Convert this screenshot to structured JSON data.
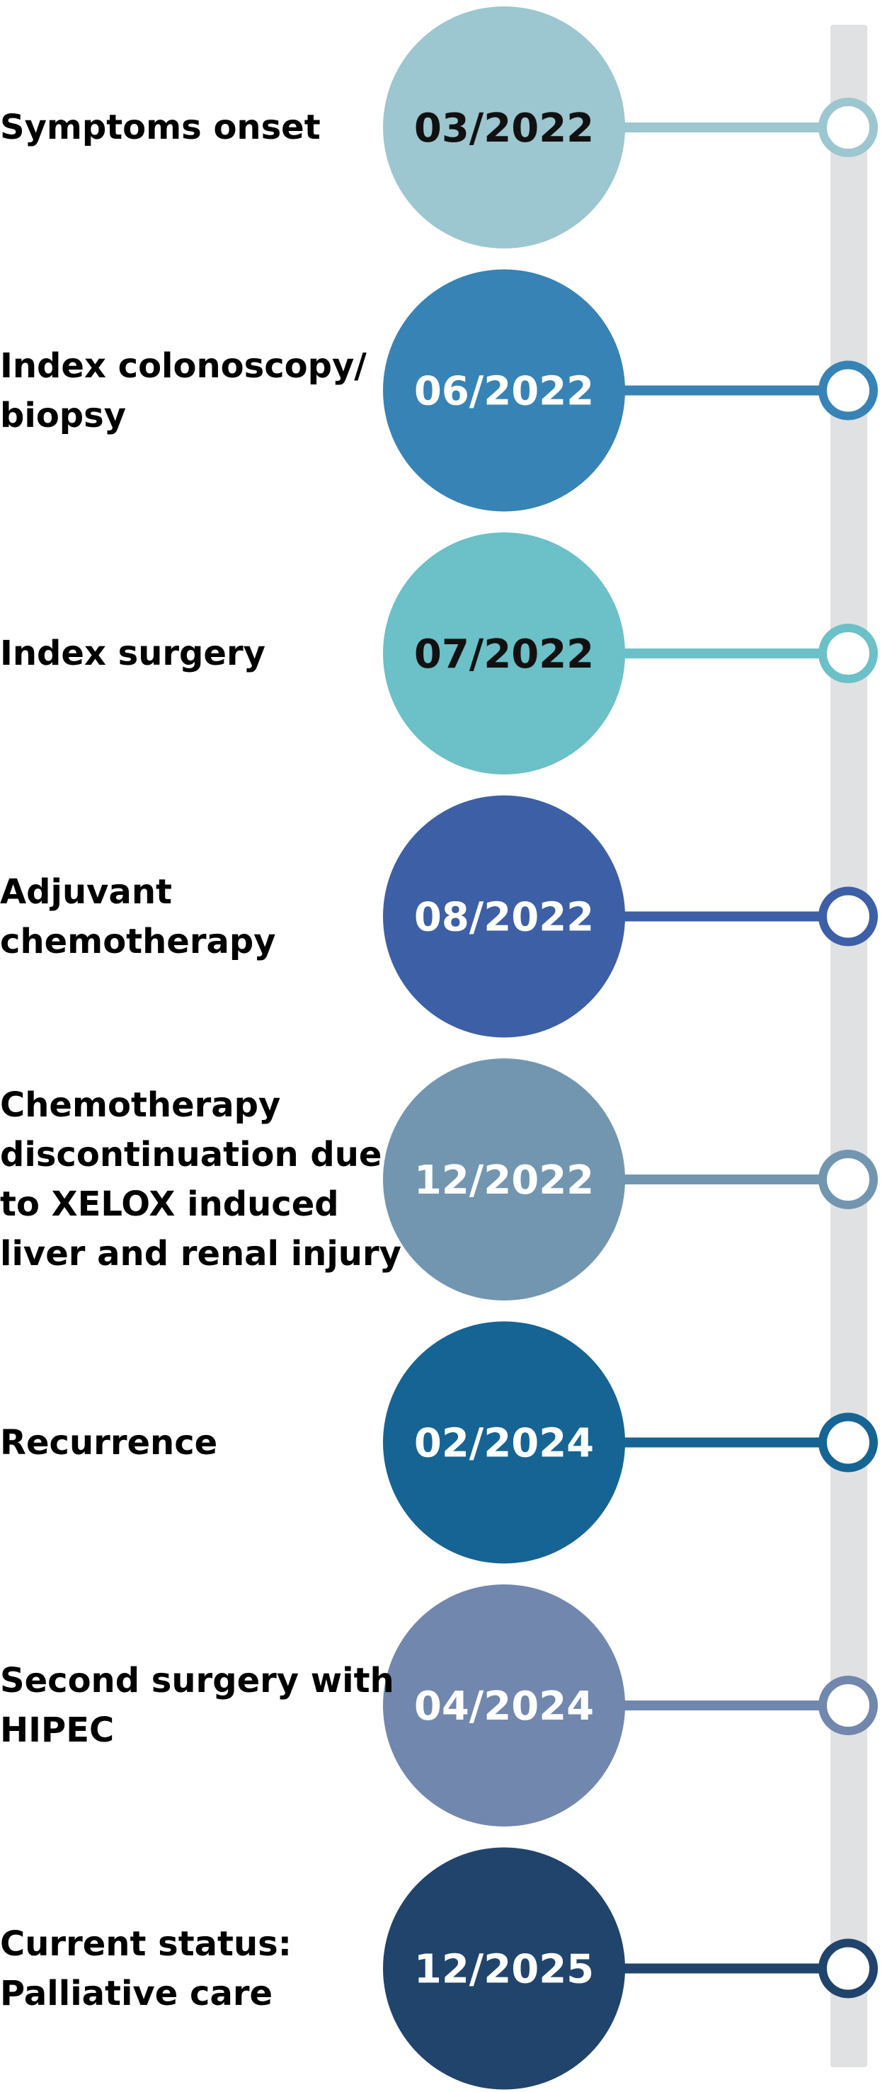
{
  "timeline": {
    "track_color": "#e0e1e3",
    "events": [
      {
        "date": "03/2022",
        "label_lines": [
          "Symptoms onset"
        ],
        "color": "#9cc6d0",
        "date_text_color": "#111111"
      },
      {
        "date": "06/2022",
        "label_lines": [
          "Index colonoscopy/",
          "biopsy"
        ],
        "color": "#3783b5",
        "date_text_color": "#ffffff"
      },
      {
        "date": "07/2022",
        "label_lines": [
          "Index surgery"
        ],
        "color": "#6cc0c7",
        "date_text_color": "#111111"
      },
      {
        "date": "08/2022",
        "label_lines": [
          "Adjuvant",
          "chemotherapy"
        ],
        "color": "#3d5fa5",
        "date_text_color": "#ffffff"
      },
      {
        "date": "12/2022",
        "label_lines": [
          "Chemotherapy",
          "discontinuation due",
          "to XELOX induced",
          "liver and renal injury"
        ],
        "color": "#7396b0",
        "date_text_color": "#ffffff"
      },
      {
        "date": "02/2024",
        "label_lines": [
          "Recurrence"
        ],
        "color": "#166494",
        "date_text_color": "#ffffff"
      },
      {
        "date": "04/2024",
        "label_lines": [
          "Second surgery with",
          "HIPEC"
        ],
        "color": "#7187ad",
        "date_text_color": "#ffffff"
      },
      {
        "date": "12/2025",
        "label_lines": [
          "Current status:",
          "Palliative care"
        ],
        "color": "#20446c",
        "date_text_color": "#ffffff"
      }
    ]
  }
}
